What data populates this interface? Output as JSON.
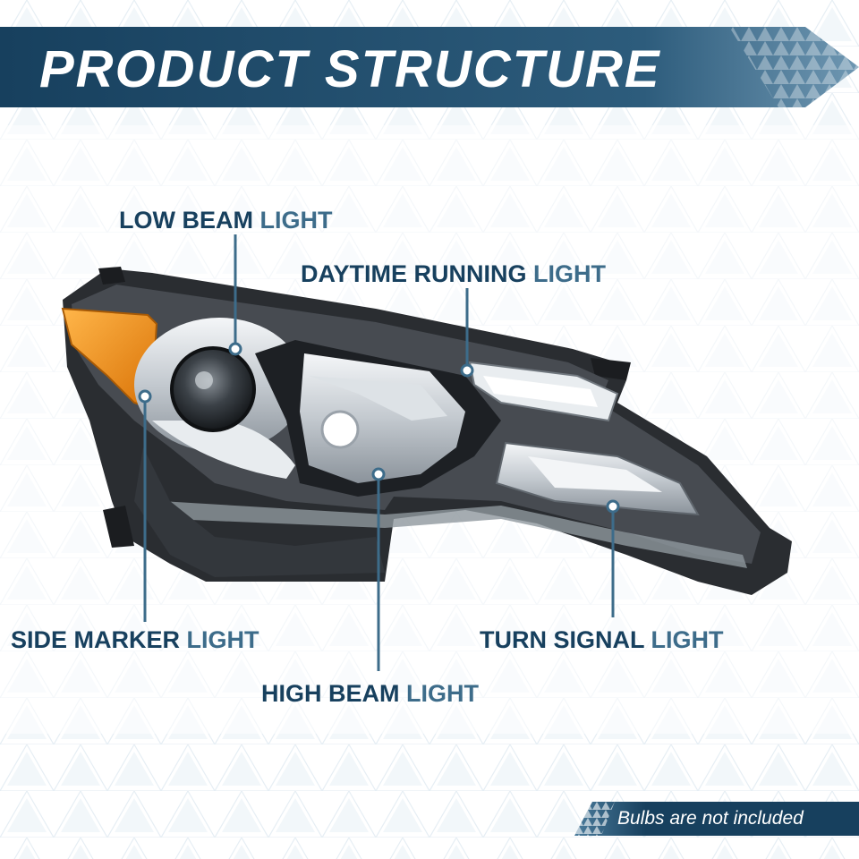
{
  "header": {
    "title": "PRODUCT STRUCTURE"
  },
  "callouts": {
    "low_beam": {
      "w1": "LOW BEAM",
      "w2": "LIGHT"
    },
    "drl": {
      "w1": "DAYTIME RUNNING",
      "w2": "LIGHT"
    },
    "side": {
      "w1": "SIDE MARKER",
      "w2": "LIGHT"
    },
    "turn": {
      "w1": "TURN SIGNAL",
      "w2": "LIGHT"
    },
    "high_beam": {
      "w1": "HIGH BEAM",
      "w2": "LIGHT"
    }
  },
  "footer": {
    "note": "Bulbs are not included"
  },
  "colors": {
    "banner_dark": "#17405e",
    "banner_light": "#4b7c9c",
    "label_dark": "#17405e",
    "label_light": "#3d6c8a",
    "amber": "#f0961e",
    "housing": "#2a2d31"
  }
}
